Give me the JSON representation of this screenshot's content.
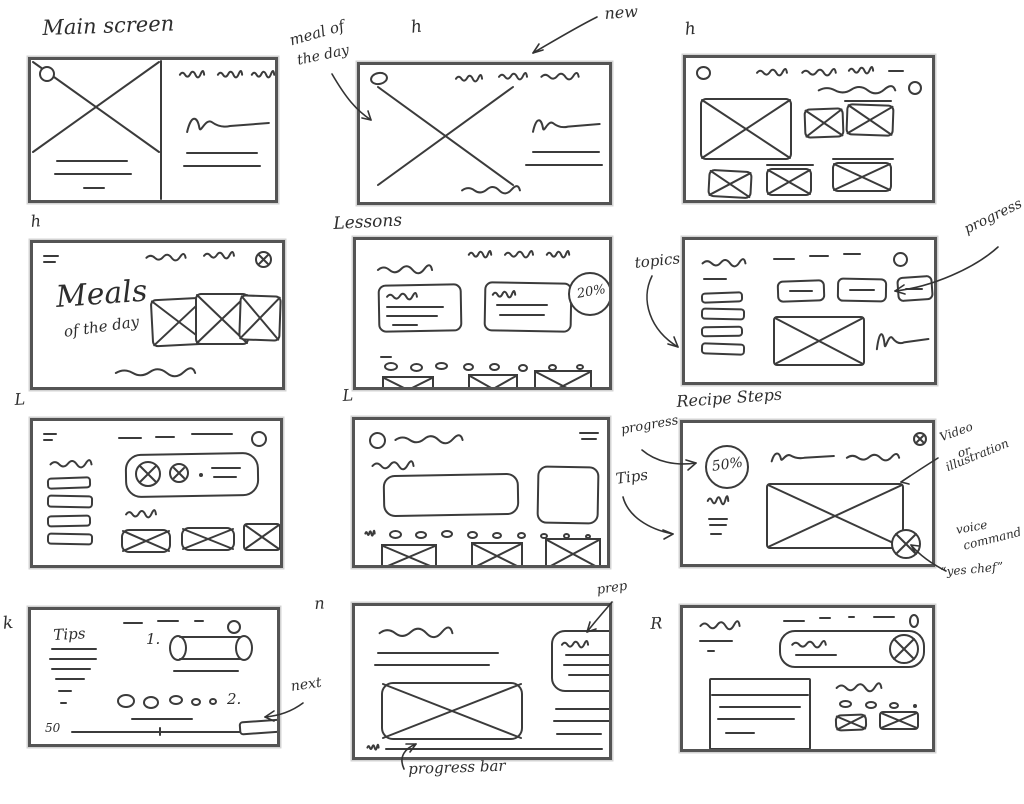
{
  "sketch": {
    "ink_color": "#3b3b3b",
    "p1_label": "Main screen",
    "p2_note_meal_1": "meal of",
    "p2_note_meal_2": "the day",
    "p2_note_new": "new",
    "p4_title_1": "Meals",
    "p4_title_2": "of the day",
    "p5_label": "Lessons",
    "p5_badge": "20%",
    "p6_note_topics": "topics",
    "p6_note_progress": "progress",
    "p9_label": "Recipe Steps",
    "p9_note_progress": "progress",
    "p9_badge": "50%",
    "p9_note_tips": "Tips",
    "p9_note_video_1": "Video",
    "p9_note_video_2": "or",
    "p9_note_video_3": "illustration",
    "p9_note_voice_1": "voice",
    "p9_note_voice_2": "command",
    "p9_note_voice_quote": "“yes chef”",
    "p10_tips": "Tips",
    "p10_step1": "1.",
    "p10_step2": "2.",
    "p10_progress_value": "50",
    "p10_note_next": "next",
    "p11_note_prep": "prep",
    "p11_note_progress_bar": "progress bar",
    "marks": [
      "h",
      "h",
      "h",
      "L",
      "L",
      "k",
      "n",
      "R"
    ]
  }
}
